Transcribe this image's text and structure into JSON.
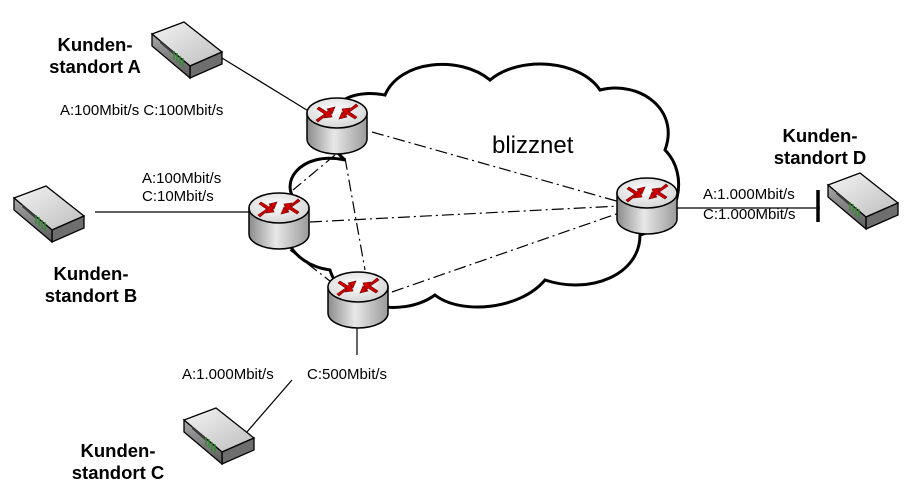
{
  "cloud": {
    "name": "blizznet"
  },
  "sites": {
    "A": {
      "line1": "Kunden-",
      "line2": "standort A",
      "speeds": "A:100Mbit/s C:100Mbit/s"
    },
    "B": {
      "line1": "Kunden-",
      "line2": "standort B",
      "speed_a": "A:100Mbit/s",
      "speed_c": "C:10Mbit/s"
    },
    "C": {
      "line1": "Kunden-",
      "line2": "standort C",
      "speed_a": "A:1.000Mbit/s",
      "speed_c": "C:500Mbit/s"
    },
    "D": {
      "line1": "Kunden-",
      "line2": "standort D",
      "speed_a": "A:1.000Mbit/s",
      "speed_c": "C:1.000Mbit/s"
    }
  },
  "icons": {
    "router": "router-icon",
    "modem": "modem-icon"
  },
  "colors": {
    "router_arrows": "#d40000",
    "router_body": "#e4e4e4",
    "modem_led": "#2e8b2e"
  }
}
